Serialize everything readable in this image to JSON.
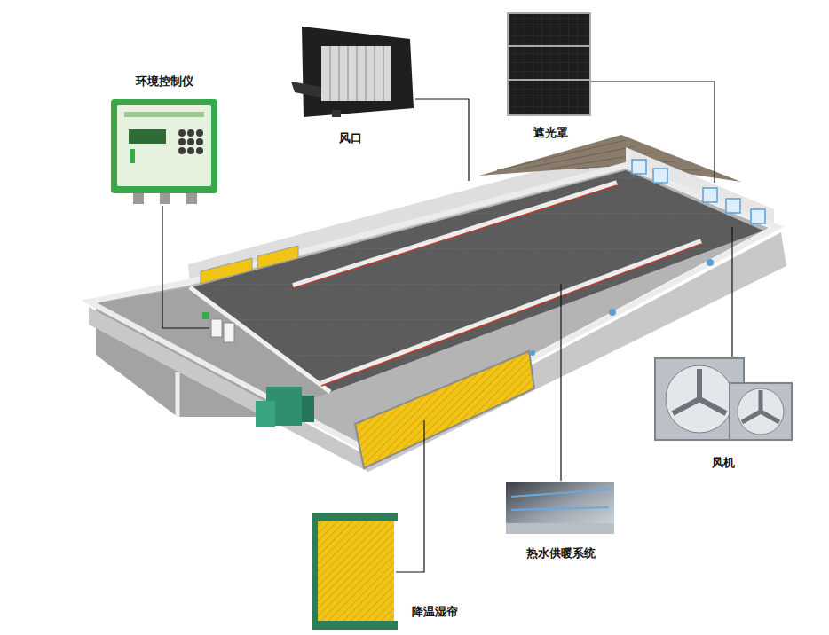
{
  "diagram": {
    "labels": [
      "环境控制仪",
      "风口",
      "遮光罩",
      "风机",
      "热水供暖系统",
      "降温湿帘"
    ]
  }
}
